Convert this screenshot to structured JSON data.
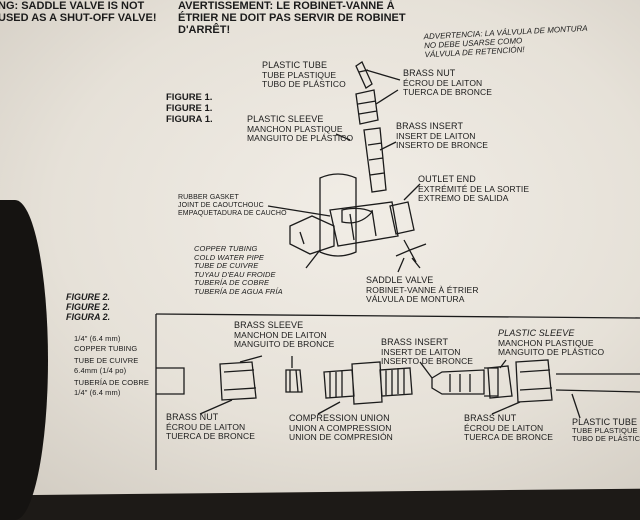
{
  "warning_en": [
    "NG: SADDLE VALVE IS NOT",
    "USED AS A SHUT-OFF VALVE!"
  ],
  "warning_fr": [
    "AVERTISSEMENT: LE ROBINET-VANNE À",
    "ÉTRIER NE DOIT PAS SERVIR DE ROBINET",
    "D'ARRÊT!"
  ],
  "warning_es": [
    "ADVERTENCIA: LA VÁLVULA DE MONTURA",
    "NO DEBE USARSE COMO",
    "VÁLVULA DE RETENCIÓN!"
  ],
  "figure1": {
    "label": [
      "FIGURE 1.",
      "FIGURE 1.",
      "FIGURA 1."
    ],
    "plastic_tube": [
      "PLASTIC TUBE",
      "TUBE PLASTIQUE",
      "TUBO DE PLÁSTICO"
    ],
    "brass_nut": [
      "BRASS NUT",
      "ÉCROU DE LAITON",
      "TUERCA DE BRONCE"
    ],
    "plastic_sleeve": [
      "PLASTIC SLEEVE",
      "MANCHON PLASTIQUE",
      "MANGUITO DE PLÁSTICO"
    ],
    "brass_insert": [
      "BRASS INSERT",
      "INSERT DE LAITON",
      "INSERTO DE BRONCE"
    ],
    "rubber_gasket": [
      "RUBBER GASKET",
      "JOINT DE CAOUTCHOUC",
      "EMPAQUETADURA DE CAUCHO"
    ],
    "outlet_end": [
      "OUTLET END",
      "EXTRÉMITÉ DE LA SORTIE",
      "EXTREMO DE SALIDA"
    ],
    "copper_tubing": [
      "COPPER TUBING",
      "COLD WATER PIPE",
      "TUBE DE CUIVRE",
      "TUYAU D'EAU FROIDE",
      "TUBERÍA DE COBRE",
      "TUBERÍA DE AGUA FRÍA"
    ],
    "saddle_valve": [
      "SADDLE VALVE",
      "ROBINET-VANNE À ÉTRIER",
      "VÁLVULA DE MONTURA"
    ]
  },
  "figure2": {
    "label": [
      "FIGURE 2.",
      "FIGURE 2.",
      "FIGURA 2."
    ],
    "copper_tubing": [
      "1/4\" (6.4 mm)",
      "COPPER TUBING",
      "TUBE DE CUIVRE",
      "6.4mm (1/4 po)",
      "TUBERÍA DE COBRE",
      "1/4\" (6.4 mm)"
    ],
    "brass_sleeve": [
      "BRASS SLEEVE",
      "MANCHON DE LAITON",
      "MANGUITO DE BRONCE"
    ],
    "brass_insert": [
      "BRASS INSERT",
      "INSERT DE LAITON",
      "INSERTO DE BRONCE"
    ],
    "plastic_sleeve": [
      "PLASTIC SLEEVE",
      "MANCHON PLASTIQUE",
      "MANGUITO DE PLÁSTICO"
    ],
    "brass_nut_left": [
      "BRASS NUT",
      "ÉCROU DE LAITON",
      "TUERCA DE BRONCE"
    ],
    "compression_union": [
      "COMPRESSION UNION",
      "UNION A COMPRESSION",
      "UNION DE COMPRESIÓN"
    ],
    "brass_nut_right": [
      "BRASS NUT",
      "ÉCROU DE LAITON",
      "TUERCA DE BRONCE"
    ],
    "plastic_tube": [
      "PLASTIC TUBE",
      "TUBE PLASTIQUE",
      "TUBO DE PLÁSTICO"
    ]
  }
}
